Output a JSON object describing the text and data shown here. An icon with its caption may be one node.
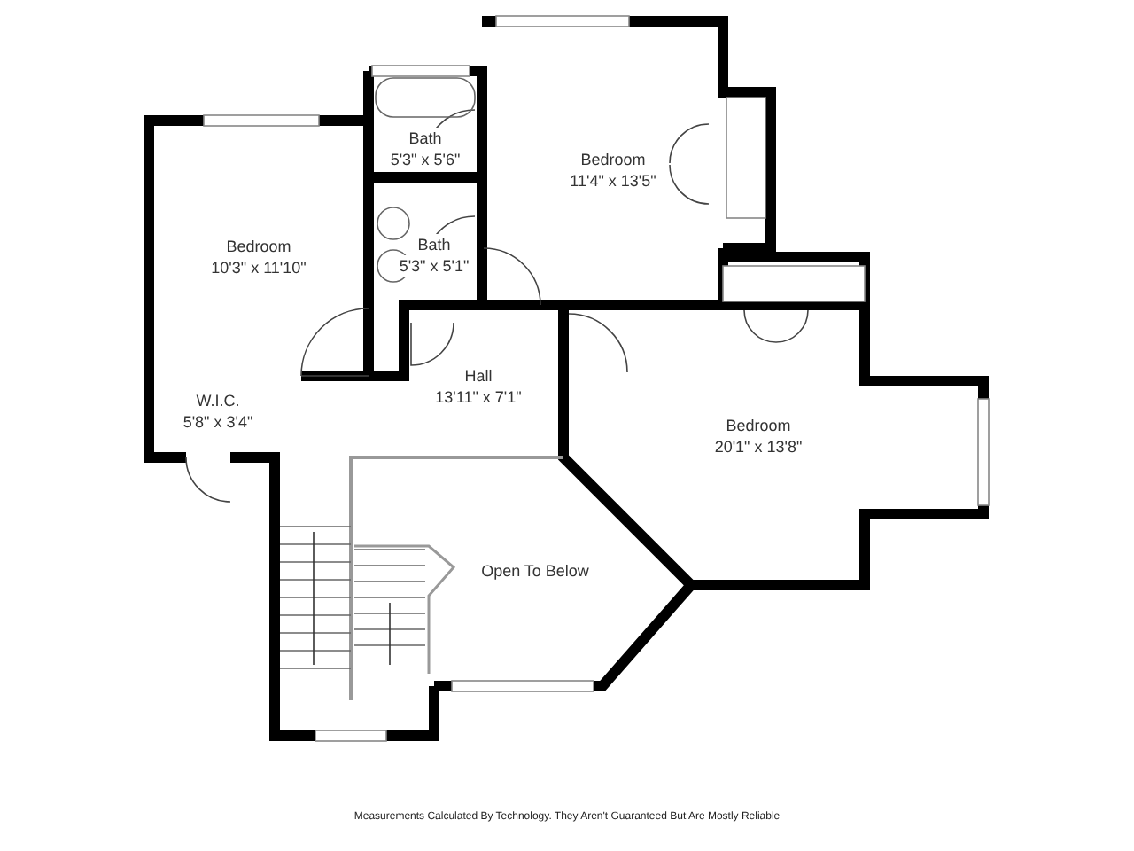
{
  "diagram": {
    "caption": "Measurements Calculated By Technology. They Aren't Guaranteed But Are Mostly Reliable",
    "nodes": [
      {
        "text": [
          "Bath",
          "5'3\" x 5'6\""
        ]
      },
      {
        "text": [
          "Bedroom",
          "11'4\" x 13'5\""
        ]
      },
      {
        "text": [
          "Bedroom",
          "10'3\" x 11'10\""
        ]
      },
      {
        "text": [
          "Bath",
          "5'3\" x 5'1\""
        ]
      },
      {
        "text": [
          "Hall",
          "13'11\" x 7'1\""
        ]
      },
      {
        "text": [
          "W.I.C.",
          "5'8\" x 3'4\""
        ]
      },
      {
        "text": [
          "Bedroom",
          "20'1\" x 13'8\""
        ]
      },
      {
        "text": [
          "Open To Below"
        ]
      }
    ]
  }
}
